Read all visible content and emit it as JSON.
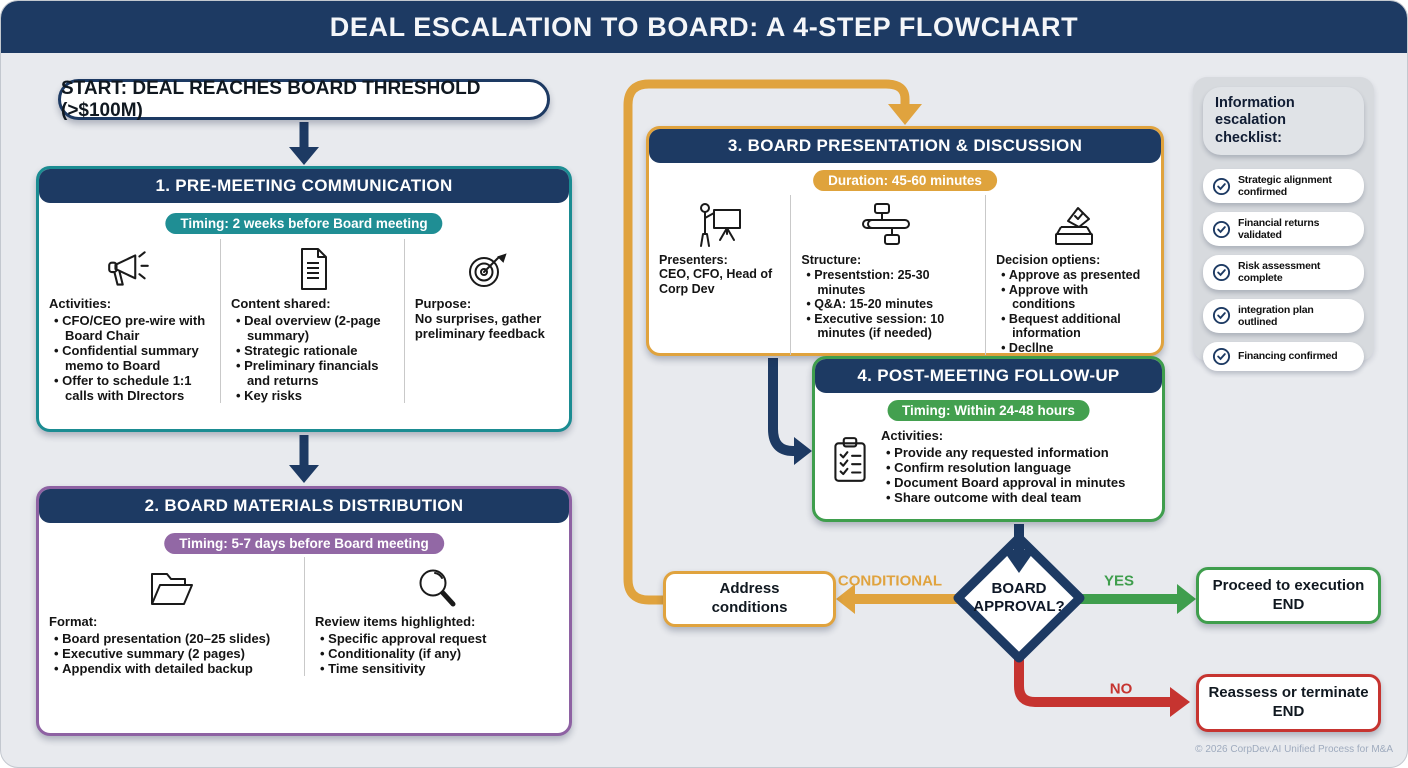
{
  "header": {
    "title": "DEAL ESCALATION TO BOARD: A 4-STEP FLOWCHART"
  },
  "start": {
    "label": "START: DEAL REACHES BOARD THRESHOLD (>$100M)"
  },
  "steps": {
    "s1": {
      "title": "1. PRE-MEETING COMMUNICATION",
      "badge": "Timing: 2 weeks before Board meeting",
      "col1_head": "Activities:",
      "col1_items": [
        "CFO/CEO pre-wire with Board Chair",
        "Confidential summary memo to Board",
        "Offer to schedule 1:1 calls with DIrectors"
      ],
      "col2_head": "Content shared:",
      "col2_items": [
        "Deal overview (2-page summary)",
        "Strategic rationale",
        "Preliminary financials and returns",
        "Key risks"
      ],
      "col3_head": "Purpose:",
      "col3_text": "No surprises, gather preliminary feedback"
    },
    "s2": {
      "title": "2. BOARD MATERIALS DISTRIBUTION",
      "badge": "Timing: 5-7 days before Board meeting",
      "col1_head": "Format:",
      "col1_items": [
        "Board presentation (20–25 slides)",
        "Executive summary (2 pages)",
        "Appendix with detailed backup"
      ],
      "col2_head": "Review items highlighted:",
      "col2_items": [
        "Specific approval request",
        "Conditionality (if any)",
        "Time sensitivity"
      ]
    },
    "s3": {
      "title": "3. BOARD PRESENTATION & DISCUSSION",
      "badge": "Duration: 45-60 minutes",
      "col1_head": "Presenters:",
      "col1_text": "CEO, CFO, Head of Corp Dev",
      "col2_head": "Structure:",
      "col2_items": [
        "Presentstion: 25-30 minutes",
        "Q&A: 15-20 minutes",
        "Executive session: 10 minutes (if needed)"
      ],
      "col3_head": "Decision optiens:",
      "col3_items": [
        "Approve as presented",
        "Approve with conditions",
        "Bequest additional information",
        "Decllne"
      ]
    },
    "s4": {
      "title": "4. POST-MEETING FOLLOW-UP",
      "badge": "Timing: Within 24-48 hours",
      "head": "Activities:",
      "items": [
        "Provide any requested information",
        "Confirm resolution language",
        "Document Board approval in minutes",
        "Share outcome with deal team"
      ]
    }
  },
  "decision": {
    "line1": "BOARD",
    "line2": "APPROVAL?"
  },
  "labels": {
    "yes": "YES",
    "no": "NO",
    "conditional": "CONDITIONAL"
  },
  "outcomes": {
    "address": {
      "line1": "Address",
      "line2": "conditions"
    },
    "proceed": {
      "line1": "Proceed to execution",
      "line2": "END"
    },
    "reassess": {
      "line1": "Reassess or terminate",
      "line2": "END"
    }
  },
  "checklist": {
    "title": "Information escalation checklist:",
    "items": [
      "Strategic alignment confirmed",
      "Financial returns validated",
      "Risk assessment complete",
      "integration plan outlined",
      "Financing confirmed"
    ]
  },
  "footer": {
    "copyright": "© 2026 CorpDev.AI Unified Process for M&A"
  },
  "colors": {
    "navy": "#1d3a63",
    "teal": "#1b8c92",
    "purple": "#8e62a3",
    "orange": "#e0a33e",
    "green": "#3f9e4d",
    "red": "#c63430",
    "background": "#e8eaee",
    "panel": "#d7dade"
  }
}
